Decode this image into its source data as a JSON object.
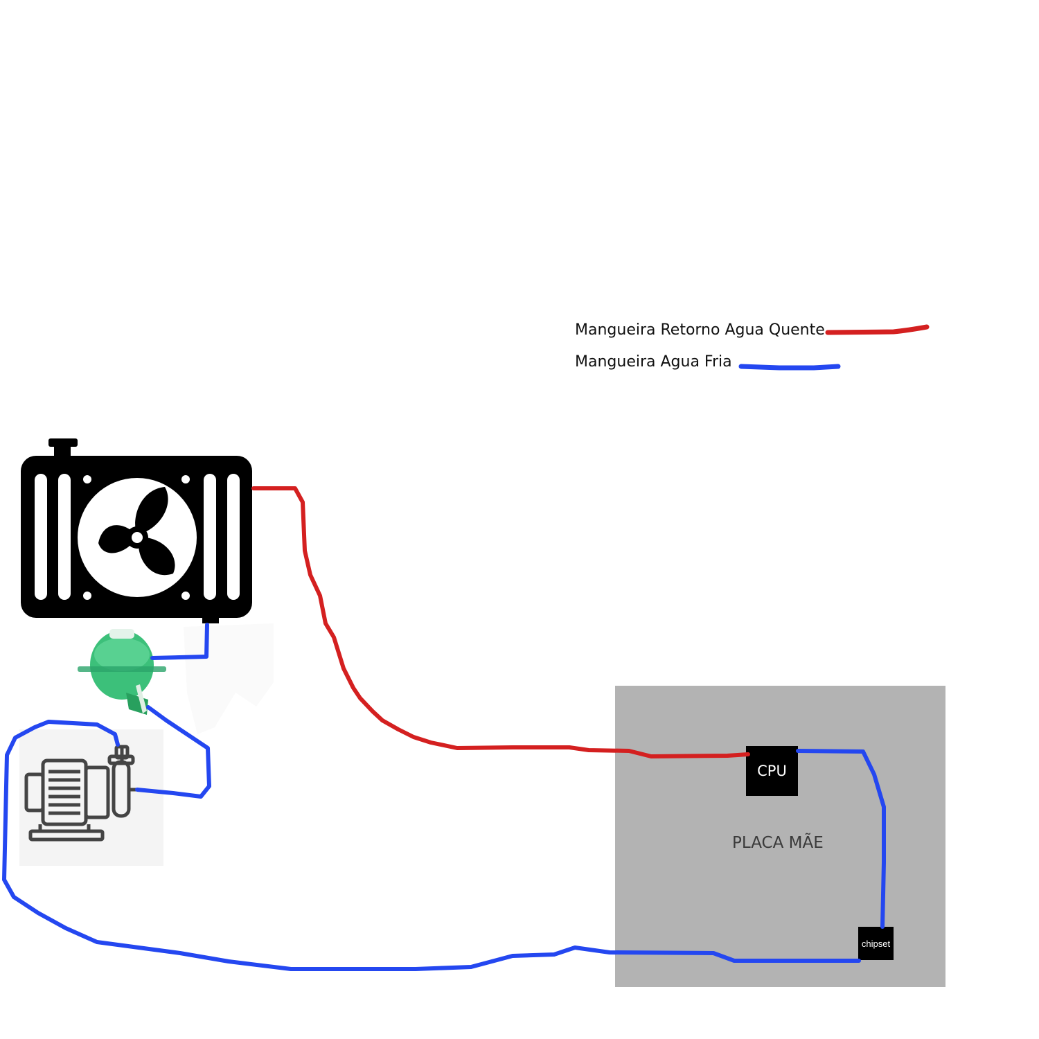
{
  "legend": {
    "hot_label": "Mangueira Retorno Agua Quente",
    "cold_label": "Mangueira Agua Fria"
  },
  "colors": {
    "hot_hose": "#d42020",
    "cold_hose": "#2447f0",
    "board": "#b3b3b3",
    "chip": "#000000"
  },
  "motherboard": {
    "label": "PLACA MÃE",
    "cpu_label": "CPU",
    "chipset_label": "chipset"
  },
  "icons": {
    "radiator": "radiator-fan-icon",
    "reservoir": "coolant-reservoir-icon",
    "pump": "water-pump-icon"
  }
}
